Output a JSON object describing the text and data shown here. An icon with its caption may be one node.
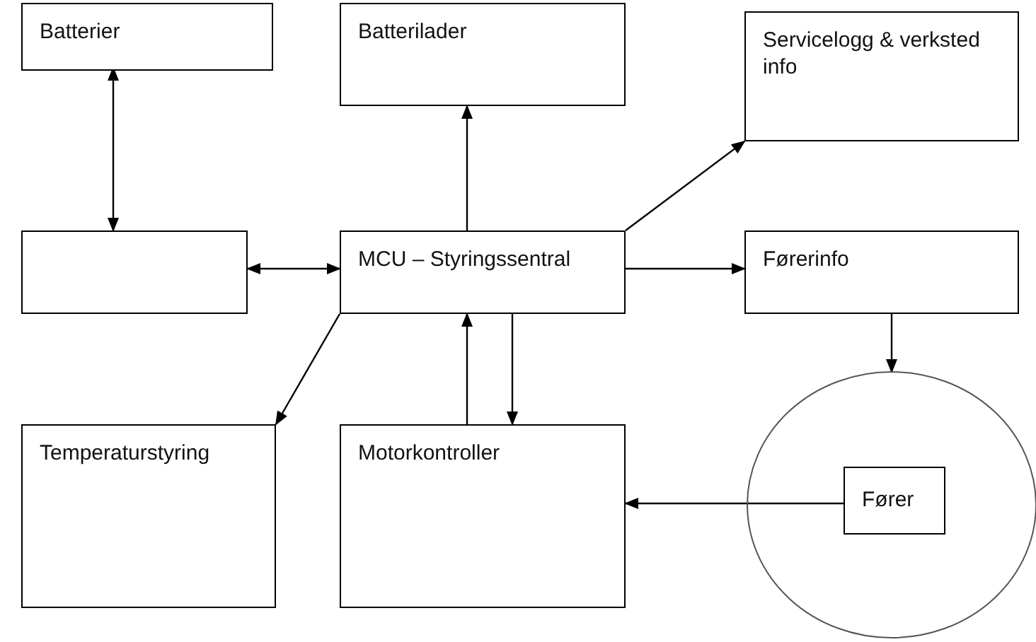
{
  "diagram": {
    "nodes": [
      {
        "text": [
          "Batterier"
        ]
      },
      {
        "text": [
          "Batterilader"
        ]
      },
      {
        "text": [
          "Servicelogg & verksted info"
        ]
      },
      {
        "text": [],
        "shape": "box"
      },
      {
        "text": [
          "MCU – Styringssentral"
        ]
      },
      {
        "text": [
          "Førerinfo"
        ]
      },
      {
        "text": [
          "Temperaturstyring"
        ]
      },
      {
        "text": [
          "Motorkontroller"
        ]
      },
      {
        "text": [],
        "shape": "circle"
      },
      {
        "text": [
          "Fører"
        ],
        "in": 8
      }
    ],
    "edges": [
      {
        "from": 0,
        "to": 3,
        "arrow": "both"
      },
      {
        "from": 4,
        "to": 1,
        "arrow": "to"
      },
      {
        "from": 4,
        "to": 2,
        "arrow": "to"
      },
      {
        "from": 3,
        "to": 4,
        "arrow": "both"
      },
      {
        "from": 4,
        "to": 5,
        "arrow": "to"
      },
      {
        "from": 4,
        "to": 6,
        "arrow": "to"
      },
      {
        "from": 7,
        "to": 4,
        "arrow": "to"
      },
      {
        "from": 4,
        "to": 7,
        "arrow": "to"
      },
      {
        "from": 5,
        "to": 8,
        "arrow": "to"
      },
      {
        "from": 9,
        "to": 7,
        "arrow": "to"
      }
    ]
  }
}
